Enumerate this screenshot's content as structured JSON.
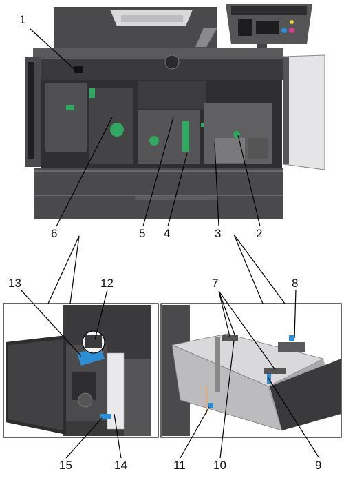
{
  "callouts": {
    "c1": "1",
    "c2": "2",
    "c3": "3",
    "c4": "4",
    "c5": "5",
    "c6": "6",
    "c7": "7",
    "c8": "8",
    "c9": "9",
    "c10": "10",
    "c11": "11",
    "c12": "12",
    "c13": "13",
    "c14": "14",
    "c15": "15"
  },
  "colors": {
    "body_dark": "#3a3a3c",
    "body_mid": "#6e6e70",
    "body_light": "#b9b9bb",
    "panel_light": "#e8e8ea",
    "accent_green": "#2fa862",
    "accent_blue": "#2c8fd6",
    "line": "#000000"
  }
}
